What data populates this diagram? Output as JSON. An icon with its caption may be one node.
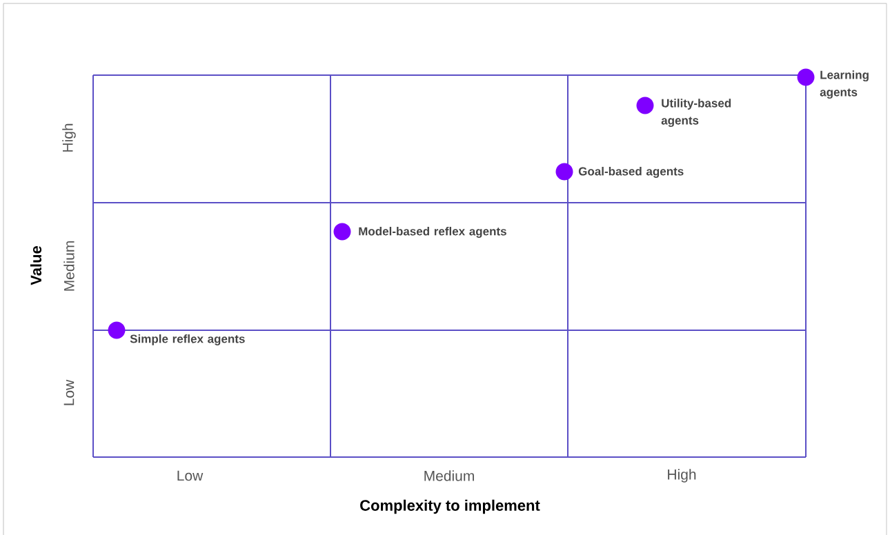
{
  "diagram": {
    "nodes": [
      {
        "text": [],
        "shape": "circle",
        "beside": [
          "Learning agents"
        ]
      },
      {
        "text": [],
        "shape": "circle",
        "beside": [
          "Utility-based agents"
        ]
      },
      {
        "text": [],
        "shape": "circle",
        "beside": [
          "Goal-based agents"
        ]
      },
      {
        "text": [],
        "shape": "circle",
        "beside": [
          "Model-based reflex agents"
        ]
      },
      {
        "text": [],
        "shape": "circle",
        "beside": [
          "Simple reflex agents"
        ]
      }
    ],
    "labels": [
      "High",
      "Value",
      "Medium",
      "Low",
      "Low",
      "Medium",
      "High",
      "Complexity to implement"
    ]
  }
}
